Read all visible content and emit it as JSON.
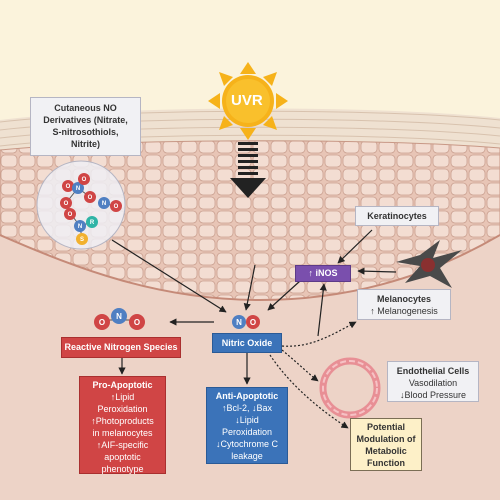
{
  "uvr_label": "UVR",
  "cutaneous_no": {
    "lines": [
      "Cutaneous NO",
      "Derivatives (Nitrate,",
      "S-nitrosothiols,",
      "Nitrite)"
    ]
  },
  "molecule_letters": {
    "n": "N",
    "o": "O",
    "s": "S",
    "r": "R"
  },
  "keratinocytes": "Keratinocytes",
  "inos": "↑ iNOS",
  "melanocytes": {
    "title": "Melanocytes",
    "effect": "↑ Melanogenesis"
  },
  "reactive_nitrogen": "Reactive Nitrogen Species",
  "nitric_oxide": "Nitric Oxide",
  "endothelial": {
    "title": "Endothelial Cells",
    "lines": [
      "Vasodilation",
      "↓Blood Pressure"
    ]
  },
  "metabolic": {
    "lines": [
      "Potential",
      "Modulation of",
      "Metabolic",
      "Function"
    ]
  },
  "pro_apoptotic": {
    "title": "Pro-Apoptotic",
    "lines": [
      "↑Lipid",
      "Peroxidation",
      "↑Photoproducts",
      "in melanocytes",
      "↑AIF-specific",
      "apoptotic",
      "phenotype"
    ]
  },
  "anti_apoptotic": {
    "title": "Anti-Apoptotic",
    "lines": [
      "↑Bcl-2, ↓Bax",
      "↓Lipid",
      "Peroxidation",
      "↓Cytochrome C",
      "leakage"
    ]
  },
  "colors": {
    "red": "#d04545",
    "blue": "#3b73b9",
    "purple": "#7a4fad",
    "sun": "#f6b21a",
    "skin": "#edd3c7"
  }
}
